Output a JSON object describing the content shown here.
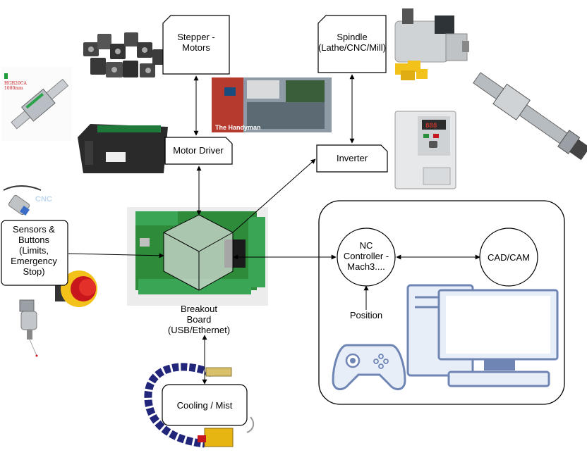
{
  "nodes": {
    "stepper_motors": [
      "Stepper -",
      "Motors"
    ],
    "spindle": [
      "Spindle",
      "(Lathe/CNC/Mill)"
    ],
    "motor_driver": [
      "Motor Driver"
    ],
    "inverter": [
      "Inverter"
    ],
    "sensors": [
      "Sensors &",
      "Buttons",
      "(Limits,",
      "Emergency",
      "Stop)"
    ],
    "breakout_board": [
      "Breakout",
      "Board",
      "(USB/Ethernet)"
    ],
    "nc_controller": [
      "NC",
      "Controller -",
      "Mach3...."
    ],
    "cad_cam": [
      "CAD/CAM"
    ],
    "position": [
      "Position"
    ],
    "cooling": [
      "Cooling / Mist"
    ]
  },
  "photo_text": {
    "handyman": "The Handyman",
    "rail": "HGH20CA\n1000mm",
    "sensor_watermark": "CNC"
  },
  "edges": [
    {
      "from": "stepper_motors",
      "to": "motor_driver",
      "arrows": "both"
    },
    {
      "from": "motor_driver",
      "to": "breakout_board",
      "arrows": "both"
    },
    {
      "from": "spindle",
      "to": "inverter",
      "arrows": "both"
    },
    {
      "from": "breakout_board",
      "to": "inverter",
      "arrows": "to"
    },
    {
      "from": "sensors",
      "to": "breakout_board",
      "arrows": "to"
    },
    {
      "from": "breakout_board",
      "to": "nc_controller",
      "arrows": "both"
    },
    {
      "from": "nc_controller",
      "to": "cad_cam",
      "arrows": "both"
    },
    {
      "from": "position",
      "to": "nc_controller",
      "arrows": "to"
    },
    {
      "from": "breakout_board",
      "to": "cooling",
      "arrows": "both"
    }
  ],
  "colors": {
    "board_green": "#2e8b3a",
    "terminal_green": "#3aa655",
    "computer_blue": "#6f86b5",
    "computer_fill": "#e8eef8",
    "yellow": "#f2c21b",
    "red": "#c8161d",
    "drive_dark": "#2a2a2a",
    "tube_blue": "#22267a"
  }
}
